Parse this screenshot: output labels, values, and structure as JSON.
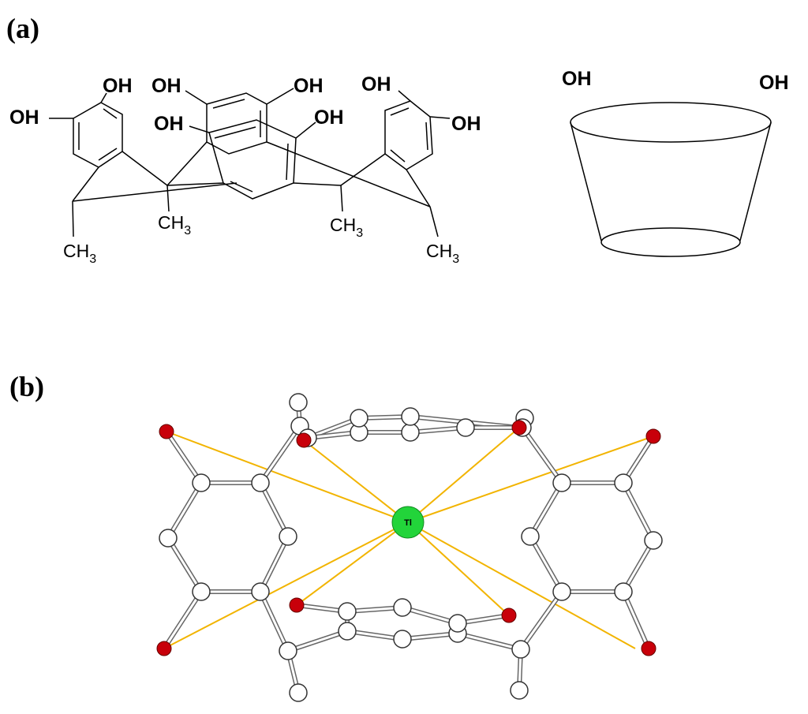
{
  "panels": {
    "a": "(a)",
    "b": "(b)"
  },
  "structure_a": {
    "hydroxyl": "OH",
    "methyl_main": "CH",
    "methyl_sub": "3"
  },
  "cone": {
    "left_label": "OH",
    "right_label": "OH"
  },
  "complex_b": {
    "metal_label": "Tl"
  },
  "colors": {
    "oxygen": "#c8000a",
    "metal": "#22d43a",
    "coordination": "#f2b400",
    "carbon": "#ffffff"
  }
}
